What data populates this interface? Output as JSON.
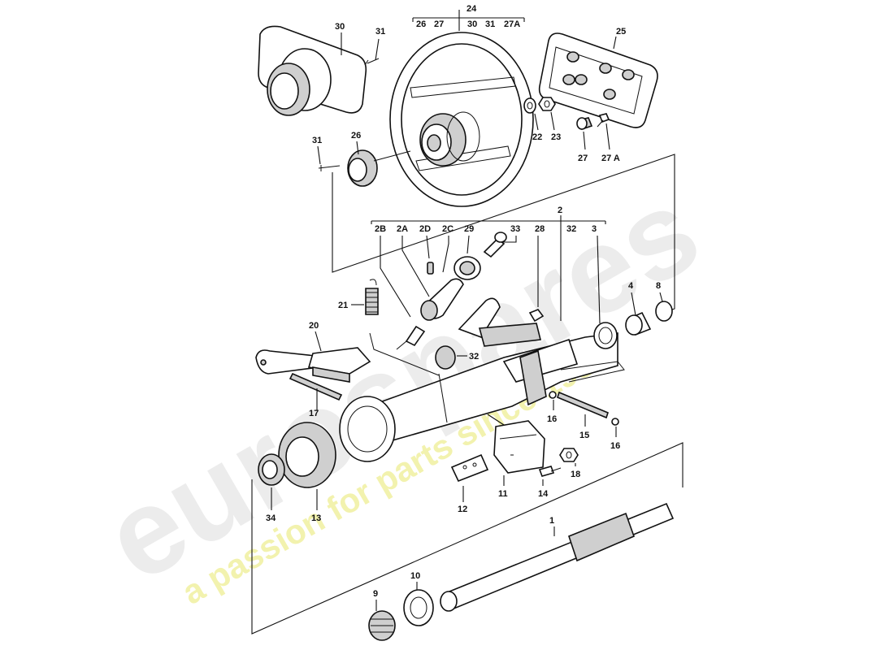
{
  "watermark": {
    "brand": "eurospares",
    "slogan": "a passion for parts since 1985"
  },
  "callouts": {
    "group24": "24",
    "group24_items": [
      "26",
      "27",
      "30",
      "31",
      "27A"
    ],
    "group_column": [
      "2B",
      "2A",
      "2D",
      "2C",
      "29",
      "33",
      "28",
      "32",
      "3"
    ],
    "p2": "2",
    "p4": "4",
    "p8": "8",
    "p21": "21",
    "p20": "20",
    "p17": "17",
    "p32b": "32",
    "p16a": "16",
    "p15": "15",
    "p16b": "16",
    "p18": "18",
    "p14": "14",
    "p11": "11",
    "p12": "12",
    "p13": "13",
    "p34": "34",
    "p1": "1",
    "p10": "10",
    "p9": "9",
    "p30": "30",
    "p31a": "31",
    "p25": "25",
    "p22": "22",
    "p23": "23",
    "p27": "27",
    "p27a": "27 A",
    "p31b": "31",
    "p26": "26"
  }
}
